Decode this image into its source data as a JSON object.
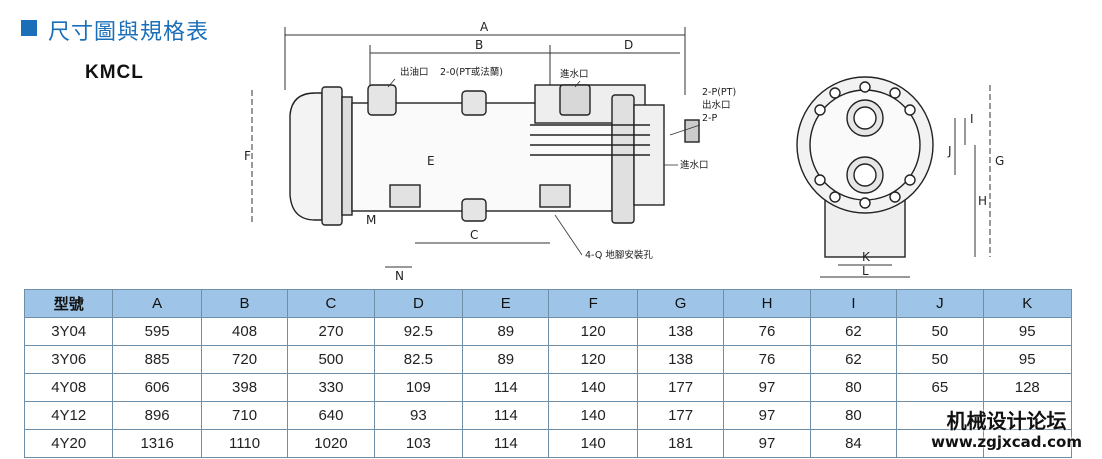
{
  "header": {
    "title": "尺寸圖與規格表",
    "model_series": "KMCL"
  },
  "drawing": {
    "labels": {
      "A": "A",
      "B": "B",
      "C": "C",
      "D": "D",
      "E": "E",
      "F": "F",
      "G": "G",
      "H": "H",
      "I": "I",
      "J": "J",
      "K": "K",
      "L": "L",
      "M": "M",
      "N": "N"
    },
    "callouts": {
      "oil_outlet": "出油口",
      "oil_port_spec": "2-0(PT或法蘭)",
      "water_inlet_top": "進水口",
      "p_pt": "2-P(PT)",
      "water_outlet": "出水口",
      "two_p": "2-P",
      "water_inlet_side": "進水口",
      "mount_holes": "4-Q 地腳安裝孔"
    }
  },
  "table": {
    "headers": [
      "型號",
      "A",
      "B",
      "C",
      "D",
      "E",
      "F",
      "G",
      "H",
      "I",
      "J",
      "K"
    ],
    "rows": [
      [
        "3Y04",
        "595",
        "408",
        "270",
        "92.5",
        "89",
        "120",
        "138",
        "76",
        "62",
        "50",
        "95"
      ],
      [
        "3Y06",
        "885",
        "720",
        "500",
        "82.5",
        "89",
        "120",
        "138",
        "76",
        "62",
        "50",
        "95"
      ],
      [
        "4Y08",
        "606",
        "398",
        "330",
        "109",
        "114",
        "140",
        "177",
        "97",
        "80",
        "65",
        "128"
      ],
      [
        "4Y12",
        "896",
        "710",
        "640",
        "93",
        "114",
        "140",
        "177",
        "97",
        "80",
        "",
        ""
      ],
      [
        "4Y20",
        "1316",
        "1110",
        "1020",
        "103",
        "114",
        "140",
        "181",
        "97",
        "84",
        "",
        ""
      ]
    ]
  },
  "watermark": {
    "line1": "机械设计论坛",
    "line2": "www.zgjxcad.com"
  },
  "colors": {
    "accent": "#1b6fb8",
    "table_header": "#9ec5e8",
    "table_border": "#6f8fa8"
  }
}
